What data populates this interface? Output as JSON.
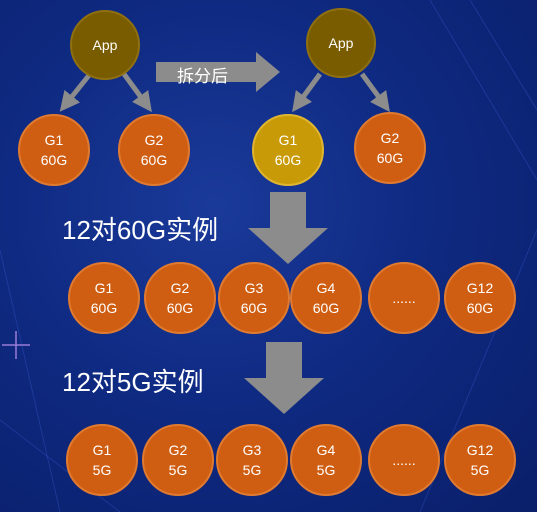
{
  "colors": {
    "background": "#0f2a82",
    "node_orange": "#cf5e12",
    "app_olive": "#7a5c00",
    "highlight_gold": "#c99a08",
    "arrow_gray": "#8a8a8a"
  },
  "left_tree": {
    "app": "App",
    "children": [
      {
        "line1": "G1",
        "line2": "60G"
      },
      {
        "line1": "G2",
        "line2": "60G"
      }
    ]
  },
  "split_arrow_label": "拆分后",
  "right_tree": {
    "app": "App",
    "children": [
      {
        "line1": "G1",
        "line2": "60G"
      },
      {
        "line1": "G2",
        "line2": "60G"
      }
    ]
  },
  "row1": {
    "heading": "12对60G实例",
    "nodes": [
      {
        "line1": "G1",
        "line2": "60G"
      },
      {
        "line1": "G2",
        "line2": "60G"
      },
      {
        "line1": "G3",
        "line2": "60G"
      },
      {
        "line1": "G4",
        "line2": "60G"
      },
      {
        "line1": "......",
        "line2": ""
      },
      {
        "line1": "G12",
        "line2": "60G"
      }
    ]
  },
  "row2": {
    "heading": "12对5G实例",
    "nodes": [
      {
        "line1": "G1",
        "line2": "5G"
      },
      {
        "line1": "G2",
        "line2": "5G"
      },
      {
        "line1": "G3",
        "line2": "5G"
      },
      {
        "line1": "G4",
        "line2": "5G"
      },
      {
        "line1": "......",
        "line2": ""
      },
      {
        "line1": "G12",
        "line2": "5G"
      }
    ]
  }
}
